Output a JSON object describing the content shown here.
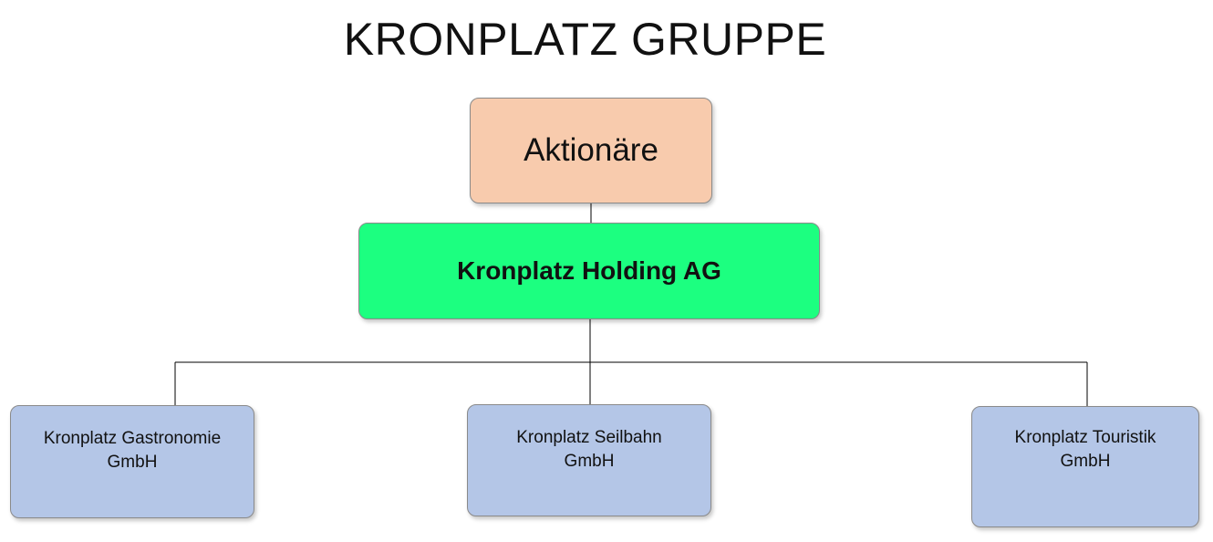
{
  "title": "KRONPLATZ GRUPPE",
  "shareholders": {
    "label": "Aktionäre"
  },
  "holding": {
    "label": "Kronplatz Holding AG"
  },
  "subsidiaries": [
    {
      "line1": "Kronplatz Gastronomie",
      "line2": "GmbH"
    },
    {
      "line1": "Kronplatz Seilbahn",
      "line2": "GmbH"
    },
    {
      "line1": "Kronplatz Touristik",
      "line2": "GmbH"
    }
  ],
  "colors": {
    "shareholders_fill": "#f8cbad",
    "holding_fill": "#1cff80",
    "subsidiary_fill": "#b4c6e7",
    "connector": "#000000"
  }
}
